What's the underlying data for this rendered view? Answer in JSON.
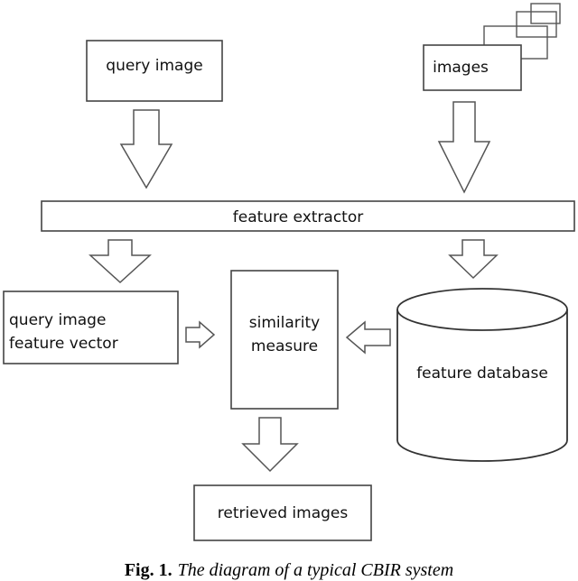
{
  "nodes": {
    "query_image": "query image",
    "images": "images",
    "feature_extractor": "feature extractor",
    "query_feature_vector_line1": "query image",
    "query_feature_vector_line2": "feature vector",
    "similarity_line1": "similarity",
    "similarity_line2": "measure",
    "feature_database": "feature database",
    "retrieved_images": "retrieved images"
  },
  "caption": {
    "label": "Fig. 1.",
    "text": "The diagram of a typical CBIR system"
  }
}
